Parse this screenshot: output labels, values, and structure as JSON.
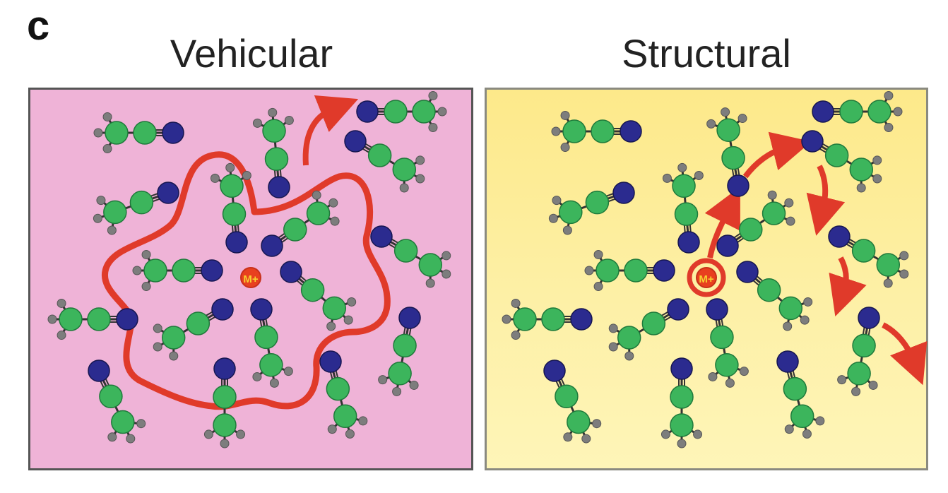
{
  "figure": {
    "panel_letter": "c",
    "left": {
      "title": "Vehicular",
      "ion_label": "M+",
      "background": "#efb3d7"
    },
    "right": {
      "title": "Structural",
      "ion_label": "M+",
      "background": "#fdf0a6"
    }
  },
  "colors": {
    "carbon": "#3cb55c",
    "nitrogen": "#2b2b8f",
    "hydrogen": "#7d7d7d",
    "path": "#e03a2a",
    "ion": "#e8401f",
    "ion_text": "#f6d230"
  }
}
